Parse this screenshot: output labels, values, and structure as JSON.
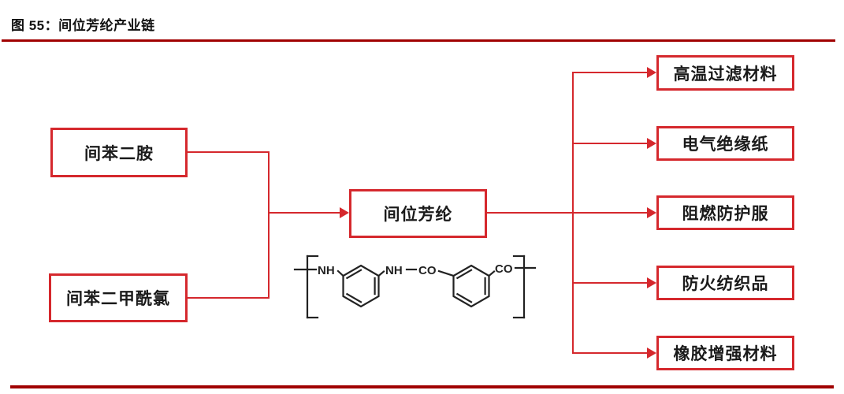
{
  "figure": {
    "title": "图 55：间位芳纶产业链"
  },
  "diagram": {
    "inputs": [
      {
        "label": "间苯二胺"
      },
      {
        "label": "间苯二甲酰氯"
      }
    ],
    "product": {
      "label": "间位芳纶"
    },
    "applications": [
      {
        "label": "高温过滤材料"
      },
      {
        "label": "电气绝缘纸"
      },
      {
        "label": "阻燃防护服"
      },
      {
        "label": "防火纺织品"
      },
      {
        "label": "橡胶增强材料"
      }
    ],
    "chemical_structure": {
      "name": "meta-aramid repeat unit",
      "labels": {
        "nh_left": "NH",
        "nh_mid": "NH",
        "co_mid": "CO",
        "co_right": "CO"
      }
    },
    "colors": {
      "box_border": "#d5282d",
      "connector": "#d5282d",
      "rule": "#a00000",
      "text": "#1a1a1a",
      "structure": "#222222"
    }
  }
}
